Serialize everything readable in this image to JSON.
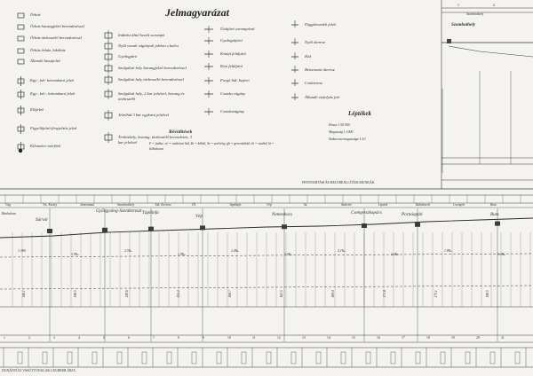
{
  "legend": {
    "title": "Jelmagyarázat",
    "col1": [
      "Örház",
      "Őrház harangjelző berendezéssel",
      "Őrház távbeszélő berendezéssel",
      "Őrház őrház, lakóház",
      "Állandó lassújelző",
      "Egy-, két- háromkarú jelző",
      "Egy-, két-, háromkarú jelző",
      "Előjelző",
      "Figyelőjelző-fényjelzős jelző",
      "Kilométer mérföld"
    ],
    "col2": [
      "Indítási által kezelt sorompó",
      "Nyílt vonali vágányok jobbra s balra",
      "Gyalogjáró",
      "Szolgálati hely harangjelző berendezéssel",
      "Szolgálati hely távbeszélő berendezéssel",
      "Szolgálati hely, 2 kar jelzővel, harang és távbeszélő",
      "Jelzőhíd 3 kar egykarú jelzővel",
      "Térközhely, harang, távbeszélő berendezés, 3 kar jelzővel"
    ],
    "col3": [
      "Útátjáró sorompóval",
      "Gyalogátjáró",
      "Közúti felüljáró",
      "Kézi felüljáró",
      "Forgó híd, bejáró",
      "Csonka vágány",
      "Csonkavágány"
    ],
    "col4": [
      "Függővezeték jelző",
      "Nyílt áteresz",
      "Híd",
      "Betonozott áteresz",
      "Csőáteresz",
      "Állandó vízfolyás jele"
    ],
    "abbrev_title": "Rövidítések",
    "abbrev_text": "F = fadísz, vé = vasbeton híd, kh = kőhíd, Sz = szelvény, gh = gerendahíd, vh = vashíd, kt = kőboltozat",
    "scales_title": "Léptékek",
    "scales": [
      "Hossz 1:50 000",
      "Magasság 1:1000",
      "Sínkorona magassága 1:10"
    ],
    "footnote": "FENNTARTÁSI ÉS HELYREÁLLÍTÁSI MUNKÁK"
  },
  "inset": {
    "top_label": "Szombathely",
    "station": "Szombathely",
    "kms": [
      "1.",
      "2."
    ]
  },
  "profile": {
    "left_label": "Bánhalom",
    "stations": [
      "Sárvár",
      "Győrgyalog-Szentkereszt",
      "Táplánfa",
      "Vép",
      "Nemeskocs",
      "Csempeszkopács",
      "Pornóapáti",
      "Rum"
    ],
    "top_row": [
      "Vág",
      "Vis. Király",
      "Jánosháza",
      "Szombathely",
      "Tok. Kertész",
      "Ól.",
      "Taplánfa",
      "Vép",
      "Sz.",
      "Szikerle",
      "Lipárd",
      "Rabakecöl",
      "Csemjén",
      "Rum"
    ],
    "grades": [
      "1:380",
      "3.9‰",
      "2.5‰",
      "1.9‰",
      "2.4‰",
      "3.0‰",
      "4.1‰",
      "2.6‰",
      "1.8‰",
      "3.4‰"
    ],
    "elevations": [
      "146.1",
      "148.5",
      "149.6",
      "152.2",
      "160.7",
      "163.5",
      "169.4",
      "171.0",
      "173.1",
      "180.5"
    ],
    "km_marks": [
      "1",
      "2",
      "3",
      "4",
      "5",
      "6",
      "7",
      "8",
      "9",
      "10",
      "11",
      "12",
      "13",
      "14",
      "15",
      "16",
      "17",
      "18",
      "19",
      "20",
      "21"
    ],
    "bottom_note": "DUNÁNTÚLI VASÚTVONALAK LEGREBB ÁRJA"
  }
}
